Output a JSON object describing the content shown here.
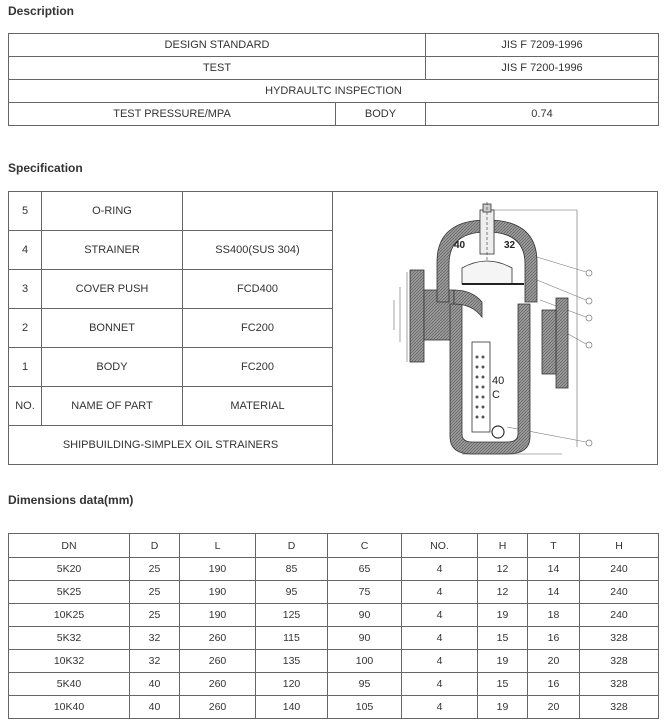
{
  "description": {
    "heading": "Description",
    "rows": [
      {
        "label": "DESIGN STANDARD",
        "value": "JIS F 7209-1996"
      },
      {
        "label": "TEST",
        "value": "JIS F 7200-1996"
      }
    ],
    "inspection": "HYDRAULTC INSPECTION",
    "pressure": {
      "label": "TEST PRESSURE/MPA",
      "part": "BODY",
      "value": "0.74"
    }
  },
  "specification": {
    "heading": "Specification",
    "rows": [
      {
        "no": "5",
        "name": "O-RING",
        "material": ""
      },
      {
        "no": "4",
        "name": "STRAINER",
        "material": "SS400(SUS 304)"
      },
      {
        "no": "3",
        "name": "COVER PUSH",
        "material": "FCD400"
      },
      {
        "no": "2",
        "name": "BONNET",
        "material": "FC200"
      },
      {
        "no": "1",
        "name": "BODY",
        "material": "FC200"
      }
    ],
    "header": {
      "no": "NO.",
      "name": "NAME OF PART",
      "material": "MATERIAL"
    },
    "footer": "SHIPBUILDING-SIMPLEX OIL STRAINERS",
    "drawing_labels": {
      "left_num": "40",
      "right_num": "32",
      "side_num": "40",
      "side_unit": "C"
    }
  },
  "dimensions": {
    "heading": "Dimensions data(mm)",
    "columns": [
      "DN",
      "D",
      "L",
      "D",
      "C",
      "NO.",
      "H",
      "T",
      "H"
    ],
    "rows": [
      [
        "5K20",
        "25",
        "190",
        "85",
        "65",
        "4",
        "12",
        "14",
        "240"
      ],
      [
        "5K25",
        "25",
        "190",
        "95",
        "75",
        "4",
        "12",
        "14",
        "240"
      ],
      [
        "10K25",
        "25",
        "190",
        "125",
        "90",
        "4",
        "19",
        "18",
        "240"
      ],
      [
        "5K32",
        "32",
        "260",
        "115",
        "90",
        "4",
        "15",
        "16",
        "328"
      ],
      [
        "10K32",
        "32",
        "260",
        "135",
        "100",
        "4",
        "19",
        "20",
        "328"
      ],
      [
        "5K40",
        "40",
        "260",
        "120",
        "95",
        "4",
        "15",
        "16",
        "328"
      ],
      [
        "10K40",
        "40",
        "260",
        "140",
        "105",
        "4",
        "19",
        "20",
        "328"
      ]
    ]
  }
}
